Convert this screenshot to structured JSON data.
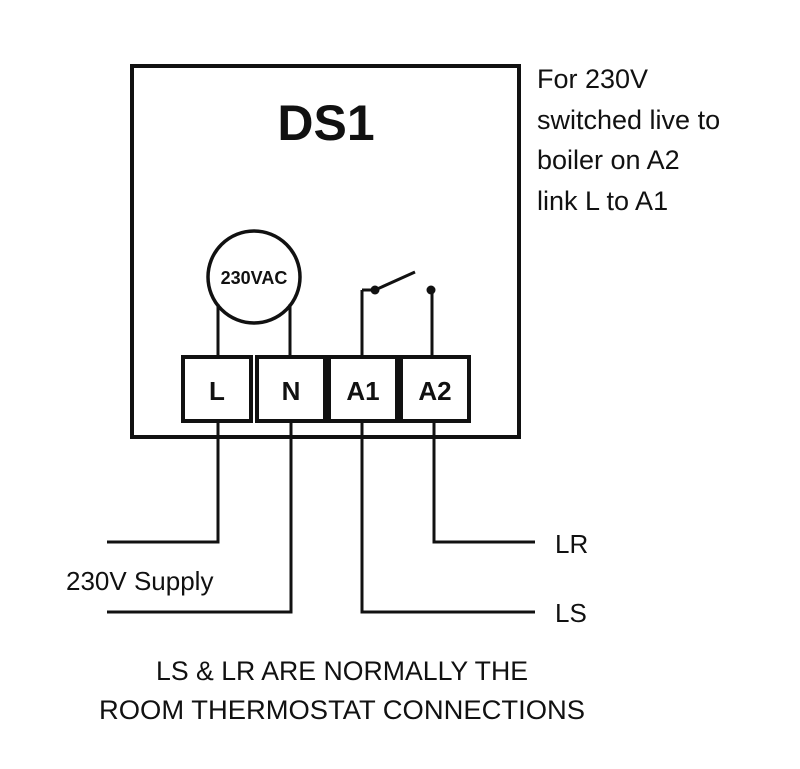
{
  "device": {
    "title": "DS1",
    "power_label": "230VAC"
  },
  "note": {
    "lines": [
      "For 230V",
      "switched live to",
      "boiler on A2",
      "link L to A1"
    ]
  },
  "terminals": {
    "l": "L",
    "n": "N",
    "a1": "A1",
    "a2": "A2"
  },
  "wires": {
    "supply": "230V Supply",
    "lr": "LR",
    "ls": "LS"
  },
  "footer": {
    "line1": "LS & LR ARE NORMALLY THE",
    "line2": "ROOM THERMOSTAT CONNECTIONS"
  },
  "colors": {
    "line": "#111111",
    "background": "#ffffff"
  }
}
